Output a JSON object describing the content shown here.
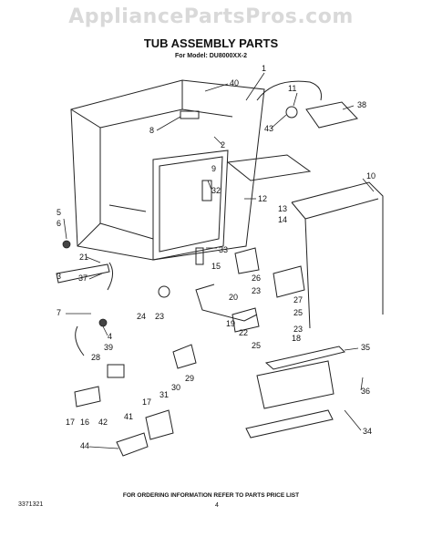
{
  "watermark": "AppliancePartsPros.com",
  "header": {
    "title": "TUB ASSEMBLY PARTS",
    "model": "For Model: DU8000XX-2"
  },
  "footer": {
    "ordering_note": "FOR ORDERING INFORMATION REFER TO PARTS PRICE LIST",
    "document_number": "3371321",
    "page_number": "4"
  },
  "callouts": [
    "1",
    "2",
    "3",
    "4",
    "5",
    "6",
    "7",
    "8",
    "9",
    "10",
    "11",
    "12",
    "13",
    "14",
    "15",
    "16",
    "17",
    "17",
    "18",
    "19",
    "20",
    "21",
    "22",
    "23",
    "23",
    "23",
    "24",
    "25",
    "25",
    "26",
    "27",
    "28",
    "29",
    "30",
    "31",
    "32",
    "33",
    "34",
    "35",
    "36",
    "37",
    "38",
    "39",
    "40",
    "41",
    "42",
    "43",
    "44"
  ]
}
